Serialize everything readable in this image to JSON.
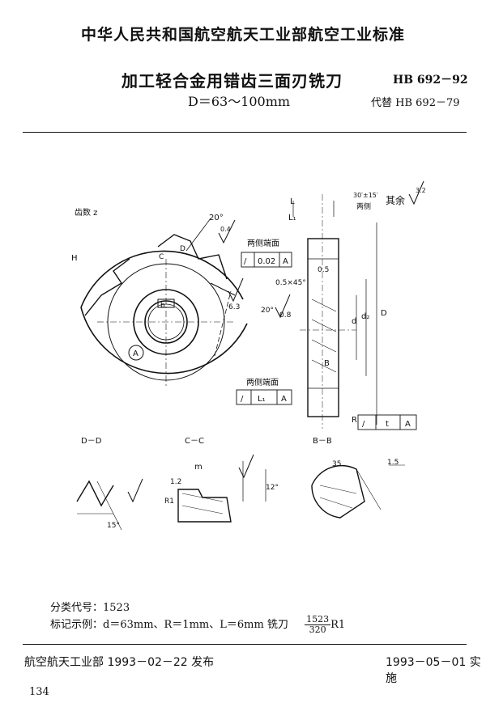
{
  "header": {
    "standard_org": "中华人民共和国航空航天工业部航空工业标准",
    "title": "加工轻合金用错齿三面刃铣刀",
    "subtitle": "D＝63～100mm",
    "standard_number": "HB 692－92",
    "replaces": "代替 HB 692－79"
  },
  "drawing": {
    "teeth_count": "齿数 z",
    "angle_20": "20°",
    "rough_04": "0.4",
    "label_H": "H",
    "label_A": "A",
    "label_C": "C",
    "label_D": "D",
    "label_b": "b",
    "rough_63": "6.3",
    "rough_08": "0.8",
    "rough_32": "3.2",
    "rest_rough": "其余",
    "both_sides": "两侧",
    "angle_30": "30′±15′",
    "both_end_faces_1": "两侧端面",
    "tol_1": "0.02",
    "datum_A": "A",
    "both_end_faces_2": "两侧端面",
    "tol_2": "L₁",
    "runout_t": "t",
    "chamfer": "0.5×45°",
    "dim_05": "0.5",
    "angle_20b": "20°",
    "dim_L": "L",
    "dim_L1": "L₁",
    "dim_d": "d",
    "dim_d2": "d₂",
    "dim_Dcap": "D",
    "dim_B": "B",
    "dim_R": "R",
    "dim_m": "m",
    "dim_12": "1.2",
    "dim_15": "1.5",
    "dim_12deg": "12°",
    "dim_15deg": "15°",
    "dim_35": "35",
    "dim_R1": "R1",
    "section_dd": "D－D",
    "section_cc": "C－C",
    "section_bb": "B－B"
  },
  "info": {
    "class_code": "分类代号：1523",
    "example_prefix": "标记示例：d＝63mm、R＝1mm、L＝6mm 铣刀",
    "example_num": "1523",
    "example_den": "320",
    "example_suffix": "R1"
  },
  "footer": {
    "issuer": "航空航天工业部 1993－02－22 发布",
    "effective": "1993－05－01 实施",
    "page": "134"
  }
}
